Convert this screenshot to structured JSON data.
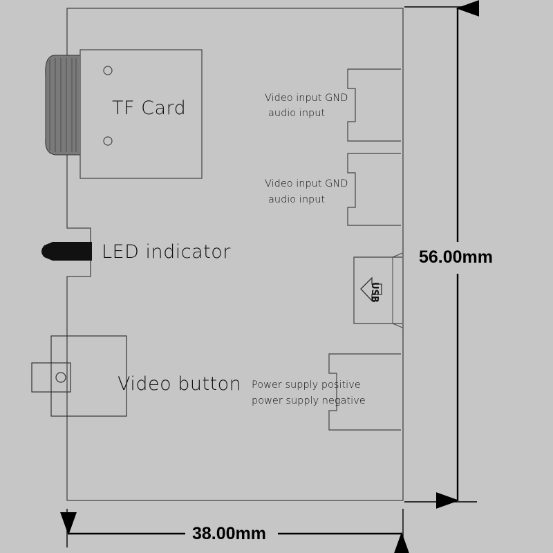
{
  "labels": {
    "tf_card": "TF Card",
    "led_indicator": "LED indicator",
    "video_button": "Video button",
    "port1_line1": "Video input GND",
    "port1_line2": "audio input",
    "port2_line1": "Video input GND",
    "port2_line2": "audio input",
    "usb": "USB",
    "power_line1": "Power supply positive",
    "power_line2": "power supply negative"
  },
  "dimensions": {
    "height": "56.00mm",
    "width": "38.00mm"
  },
  "colors": {
    "background": "#c6c6c6",
    "line": "#333333",
    "arrow": "#000000"
  }
}
